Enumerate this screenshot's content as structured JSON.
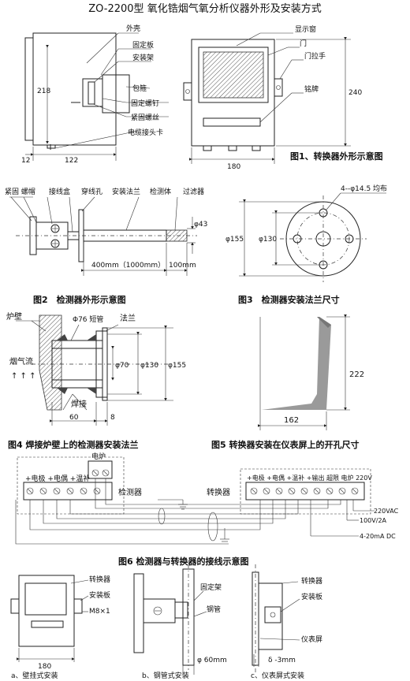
{
  "title": "ZO-2200型 氧化锆烟气氧分析仪器外形及安装方式",
  "fig1": {
    "caption": "图1、转换器外形示意图",
    "labels": {
      "shell": "外壳",
      "fix_plate": "固定板",
      "mount_frame": "安装架",
      "hoop": "包箍",
      "fix_screw": "固定螺钉",
      "tight_screw": "紧固螺丝",
      "cable_clip": "电缆接头卡",
      "window": "显示窗",
      "door": "门",
      "door_handle": "门拉手",
      "nameplate": "铭牌"
    },
    "dims": {
      "d218": "218",
      "d12": "12",
      "d122": "122",
      "d180": "180",
      "d240": "240"
    }
  },
  "fig2": {
    "caption": "图2　检测器外形示意图",
    "labels": {
      "nut": "紧固 螺帽",
      "junction": "接线盒",
      "hole": "穿线孔",
      "flange": "安装法兰",
      "body": "检测体",
      "filter": "过滤器"
    },
    "dims": {
      "len": "400mm（1000mm）",
      "len100": "100mm",
      "phi43": "φ43"
    }
  },
  "fig3": {
    "caption": "图3　检测器安装法兰尺寸",
    "labels": {
      "holes": "4--φ14.5 均布",
      "phi155": "φ155",
      "phi130": "φ130"
    }
  },
  "fig4": {
    "caption": "图4 焊接炉壁上的检测器安装法兰",
    "labels": {
      "wall": "炉壁",
      "pipe": "Φ76 短管",
      "flange": "法兰",
      "flue": "烟气流",
      "arrows": "↑ ↑ ↑",
      "weld": "焊接"
    },
    "dims": {
      "phi70": "φ70",
      "phi130": "φ130",
      "phi155": "φ155",
      "d60": "60",
      "d8": "8"
    }
  },
  "fig5": {
    "caption": "图5 转换器安装在仪表屏上的开孔尺寸",
    "dims": {
      "d222": "222",
      "d162": "162"
    }
  },
  "fig6": {
    "caption": "图6 检测器与转换器的接线示意图",
    "det_top": "电炉",
    "det_bottom": "+电极 +电偶 +温补",
    "det_label": "检测器",
    "conv_label": "转换器",
    "conv_top": "+电极 +电偶 +温补 +输出  超限  电炉 220V",
    "outputs": {
      "v220": "220VAC",
      "v100": "100V/2A",
      "ma": "4-20mA DC"
    }
  },
  "fig7": {
    "a": {
      "converter": "转换器",
      "plate": "安装板",
      "screw": "M8×1",
      "d180": "180",
      "caption": "a、壁挂式安装"
    },
    "b": {
      "frame": "固定架",
      "pipe": "钢管",
      "phi60": "φ 60mm",
      "caption": "b、钢管式安装"
    },
    "c": {
      "converter": "转换器",
      "plate": "安装板",
      "panel": "仪表屏",
      "delta": "δ -3mm",
      "caption": "c、仪表屏式安装"
    }
  }
}
